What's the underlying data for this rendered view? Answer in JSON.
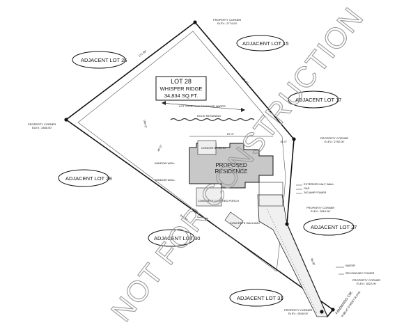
{
  "lot": {
    "title": "LOT 28",
    "subdivision": "WHISPER RIDGE",
    "area": "34,834 SQ.FT."
  },
  "residence": {
    "line1": "PROPOSED",
    "line2": "RESIDENCE"
  },
  "adjacent_lots": [
    "ADJACENT LOT 26",
    "ADJACENT LOT 15",
    "ADJACENT LOT 17",
    "ADJACENT LOT 29",
    "ADJACENT LOT 27",
    "ADJACENT LOT 30",
    "ADJACENT LOT 31"
  ],
  "corners": {
    "north_label": "PROPERTY CORNER",
    "north_elev": "ELEV.: 2774.00'",
    "west_label": "PROPERTY CORNER",
    "west_elev": "ELEV.: 2466.00'",
    "east_label": "PROPERTY CORNER",
    "east_elev": "ELEV.: 2792.00'",
    "east2_label": "PROPERTY CORNER",
    "east2_elev": "ELEV.: 2815.00'",
    "se_label": "PROPERTY CORNER",
    "se_elev": "ELEV.: 2822.00'",
    "south_label": "PROPERTY CORNER",
    "south_elev": "ELEV.: 2816.00'"
  },
  "dimensions": {
    "nw": "171.99'",
    "ne": "138.67'",
    "sw": "240.35'",
    "se": "96.06'",
    "house_width": "87'-0\"",
    "inner_a": "100'-0\"",
    "inner_b": "40'-0\"",
    "inner_c": "15'-0\""
  },
  "annotations": {
    "drainage": "LOT TO RETAIN DRAINAGE WATER",
    "rock": "ROCK RETAINING",
    "concrete_patio": "CONCRETE PATIO",
    "window_well_1": "WINDOW WELL",
    "window_well_2": "WINDOW WELL",
    "covered_porch": "CONCRETE COVERED PORCH",
    "concrete_walkway": "CONCRETE WALKWAY",
    "ext_wall": "EXTERIOR HALF WALL",
    "gas": "GAS",
    "power_200": "200 AMP POWER",
    "water": "WATER",
    "secondary_power": "SECONDARY POWER",
    "street": "FANDANGO CIR.",
    "street_sub": "PUBLIC STREET R.O.W."
  },
  "watermark": "NOT FOR CONSTRUCTION"
}
